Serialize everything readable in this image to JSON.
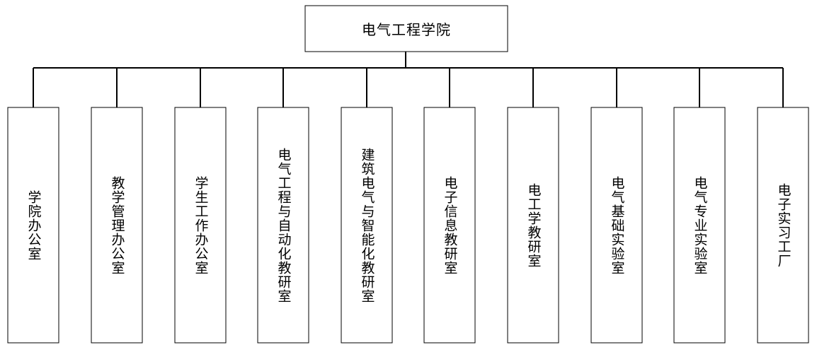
{
  "root": {
    "label": "电气工程学院"
  },
  "children": [
    {
      "label": "学院办公室"
    },
    {
      "label": "教学管理办公室"
    },
    {
      "label": "学生工作办公室"
    },
    {
      "label": "电气工程与自动化教研室"
    },
    {
      "label": "建筑电气与智能化教研室"
    },
    {
      "label": "电子信息教研室"
    },
    {
      "label": "电工学教研室"
    },
    {
      "label": "电气基础实验室"
    },
    {
      "label": "电气专业实验室"
    },
    {
      "label": "电子实习工厂"
    }
  ]
}
